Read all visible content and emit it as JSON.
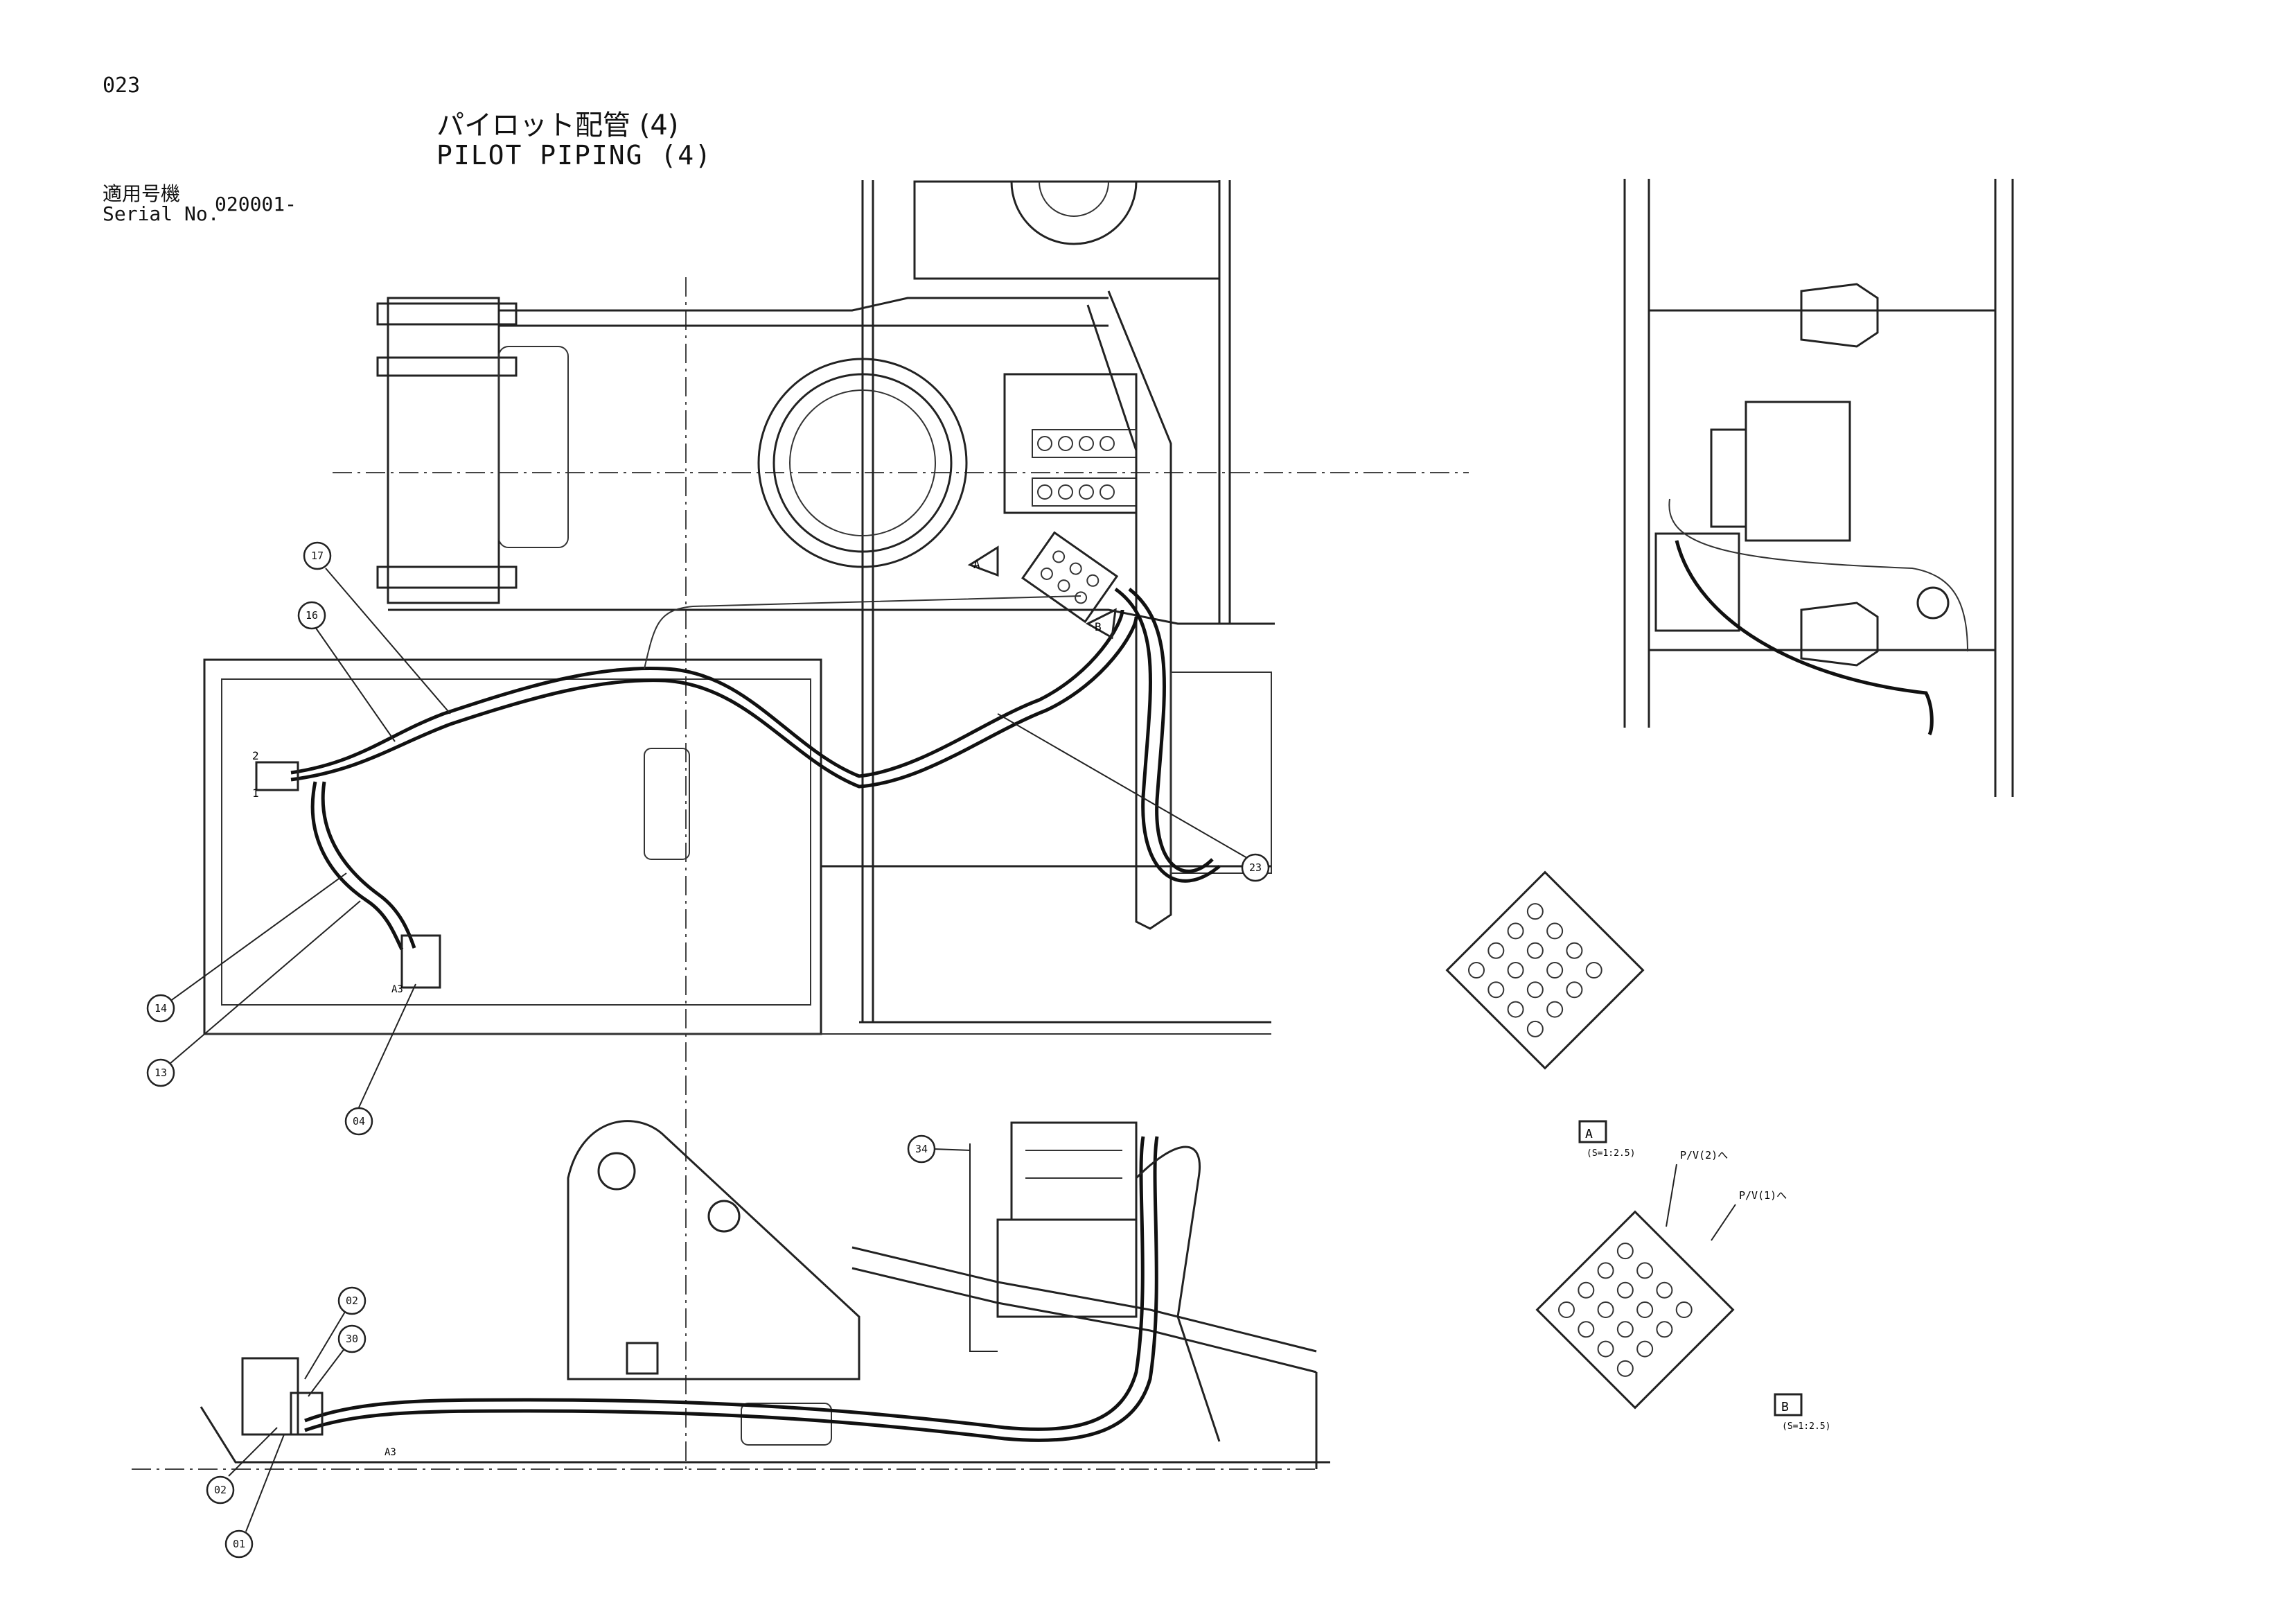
{
  "page_number": "023",
  "title": {
    "japanese": "パイロット配管 (4)",
    "english": "PILOT PIPING (4)"
  },
  "serial": {
    "label_japanese": "適用号機",
    "label_english": "Serial No.",
    "value": "020001-"
  },
  "callouts": [
    {
      "id": "c17",
      "label": "17"
    },
    {
      "id": "c16",
      "label": "16"
    },
    {
      "id": "c14",
      "label": "14"
    },
    {
      "id": "c13",
      "label": "13"
    },
    {
      "id": "c04",
      "label": "04"
    },
    {
      "id": "c23",
      "label": "23"
    },
    {
      "id": "c34",
      "label": "34"
    },
    {
      "id": "c02a",
      "label": "02"
    },
    {
      "id": "c30",
      "label": "30"
    },
    {
      "id": "c02b",
      "label": "02"
    },
    {
      "id": "c01",
      "label": "01"
    }
  ],
  "view_markers": {
    "a": "A",
    "b": "B"
  },
  "view_labels": [
    {
      "id": "va",
      "letter": "A",
      "scale": "(S=1:2.5)"
    },
    {
      "id": "vb",
      "letter": "B",
      "scale": "(S=1:2.5)"
    }
  ],
  "port_labels": {
    "p1": "P/V(2)へ",
    "p2": "P/V(1)へ",
    "a3_top": "A3",
    "a3_side": "A3",
    "n1": "1",
    "n2": "2"
  }
}
